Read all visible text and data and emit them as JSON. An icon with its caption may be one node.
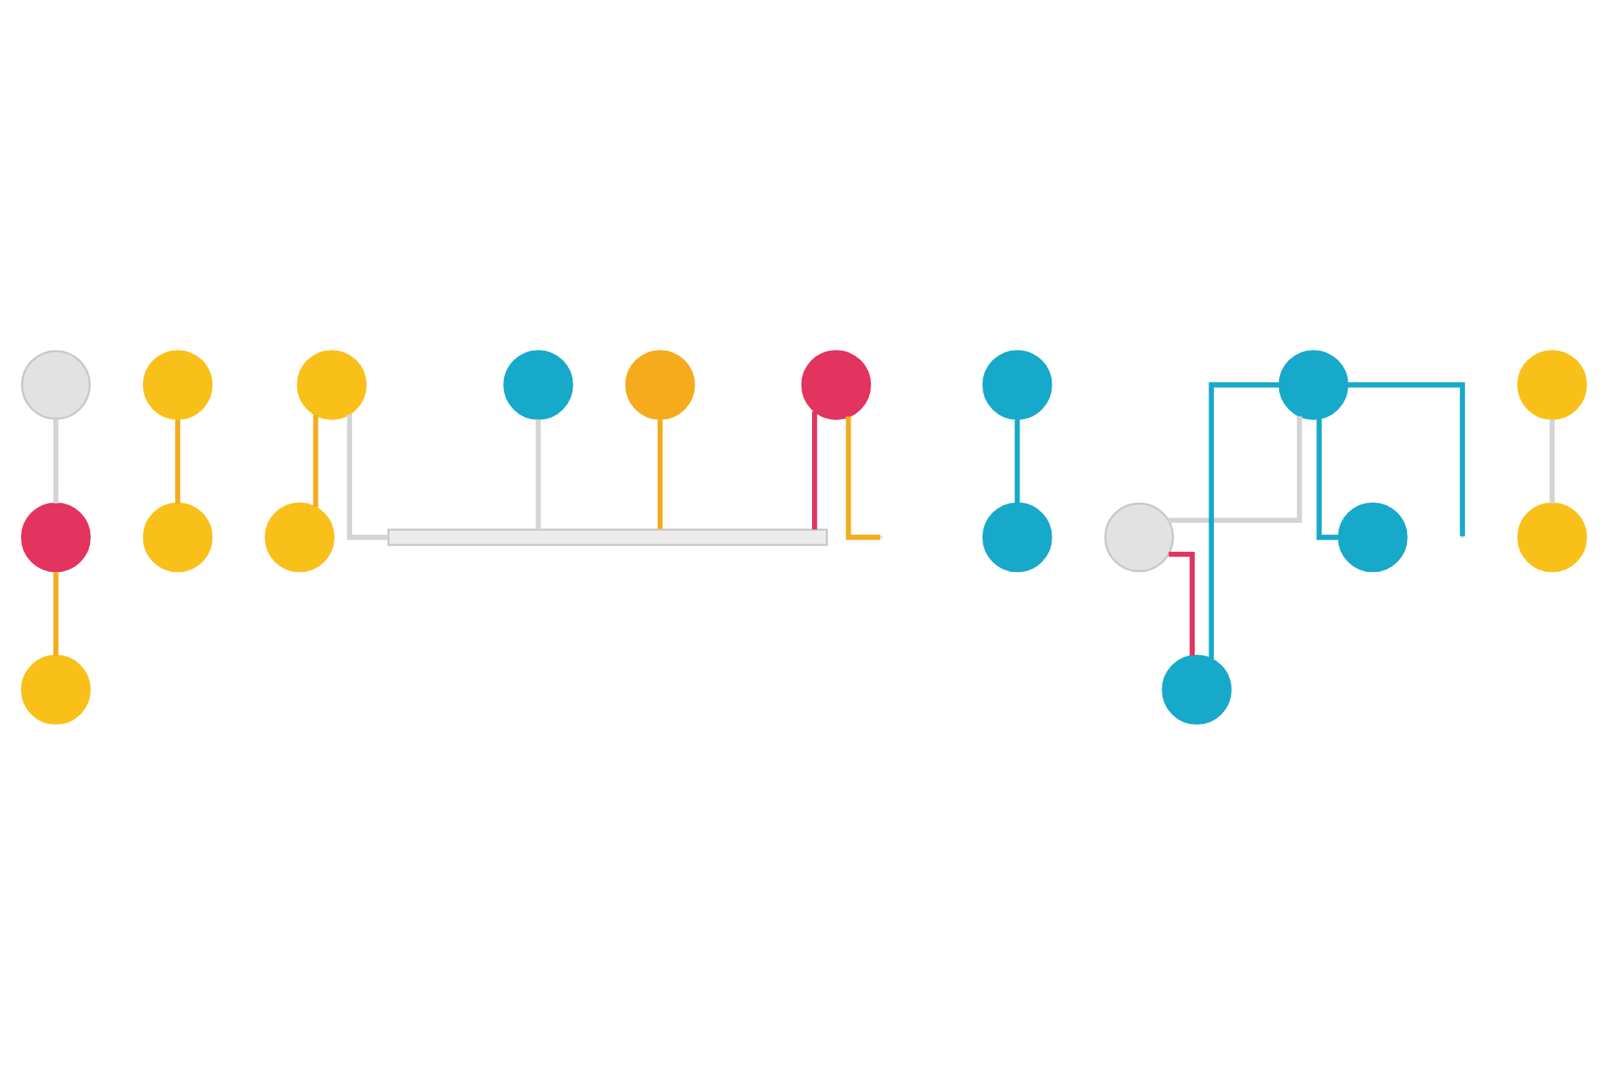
{
  "diagram": {
    "nodes": [
      {
        "text": [],
        "shape": "circle"
      },
      {
        "text": [],
        "shape": "circle"
      },
      {
        "text": [],
        "shape": "circle"
      },
      {
        "text": [],
        "shape": "circle"
      },
      {
        "text": [],
        "shape": "circle"
      },
      {
        "text": [],
        "shape": "circle"
      },
      {
        "text": [],
        "shape": "circle"
      },
      {
        "text": [],
        "shape": "circle"
      },
      {
        "text": [],
        "shape": "bar"
      },
      {
        "text": [],
        "shape": "circle"
      },
      {
        "text": [],
        "shape": "circle"
      },
      {
        "text": [],
        "shape": "circle"
      },
      {
        "text": [],
        "shape": "circle"
      },
      {
        "text": [],
        "shape": "circle"
      },
      {
        "text": [],
        "shape": "circle"
      },
      {
        "text": [],
        "shape": "circle"
      },
      {
        "text": [],
        "shape": "circle"
      },
      {
        "text": [],
        "shape": "circle"
      },
      {
        "text": [],
        "shape": "circle"
      }
    ],
    "edges": [
      {
        "from": 0,
        "to": 1,
        "arrow": "none",
        "color": "#d4d4d4"
      },
      {
        "from": 5,
        "to": 6,
        "arrow": "none",
        "color": "#17a9c9"
      },
      {
        "from": 1,
        "to": 10,
        "arrow": "none",
        "color": "#f2ad1e"
      },
      {
        "from": 2,
        "to": 3,
        "arrow": "none",
        "color": "#f2ad1e"
      },
      {
        "from": 4,
        "to": 7,
        "arrow": "none",
        "color": "#f2ad1e"
      },
      {
        "from": 4,
        "to": 8,
        "arrow": "none",
        "color": "#d4d4d4"
      },
      {
        "from": 9,
        "to": 11,
        "arrow": "none",
        "color": "#d4d4d4"
      },
      {
        "from": 9,
        "to": 12,
        "arrow": "none",
        "color": "#17a9c9"
      },
      {
        "from": 9,
        "to": 15,
        "arrow": "none",
        "color": "#17a9c9"
      },
      {
        "from": 11,
        "to": 12,
        "arrow": "none",
        "color": "#e3335f"
      },
      {
        "from": 13,
        "to": 8,
        "arrow": "none",
        "color": "#e3335f"
      },
      {
        "from": 14,
        "to": 8,
        "arrow": "none",
        "color": "#d4d4d4"
      },
      {
        "from": 16,
        "to": 8,
        "arrow": "none",
        "color": "#f2ad1e"
      },
      {
        "from": 17,
        "to": 18,
        "arrow": "none",
        "color": "#d4d4d4"
      },
      {
        "from": 9,
        "to": null,
        "arrow": "none",
        "color": "#17a9c9"
      },
      {
        "from": 13,
        "to": null,
        "arrow": "none",
        "color": "#f2ad1e"
      }
    ]
  }
}
